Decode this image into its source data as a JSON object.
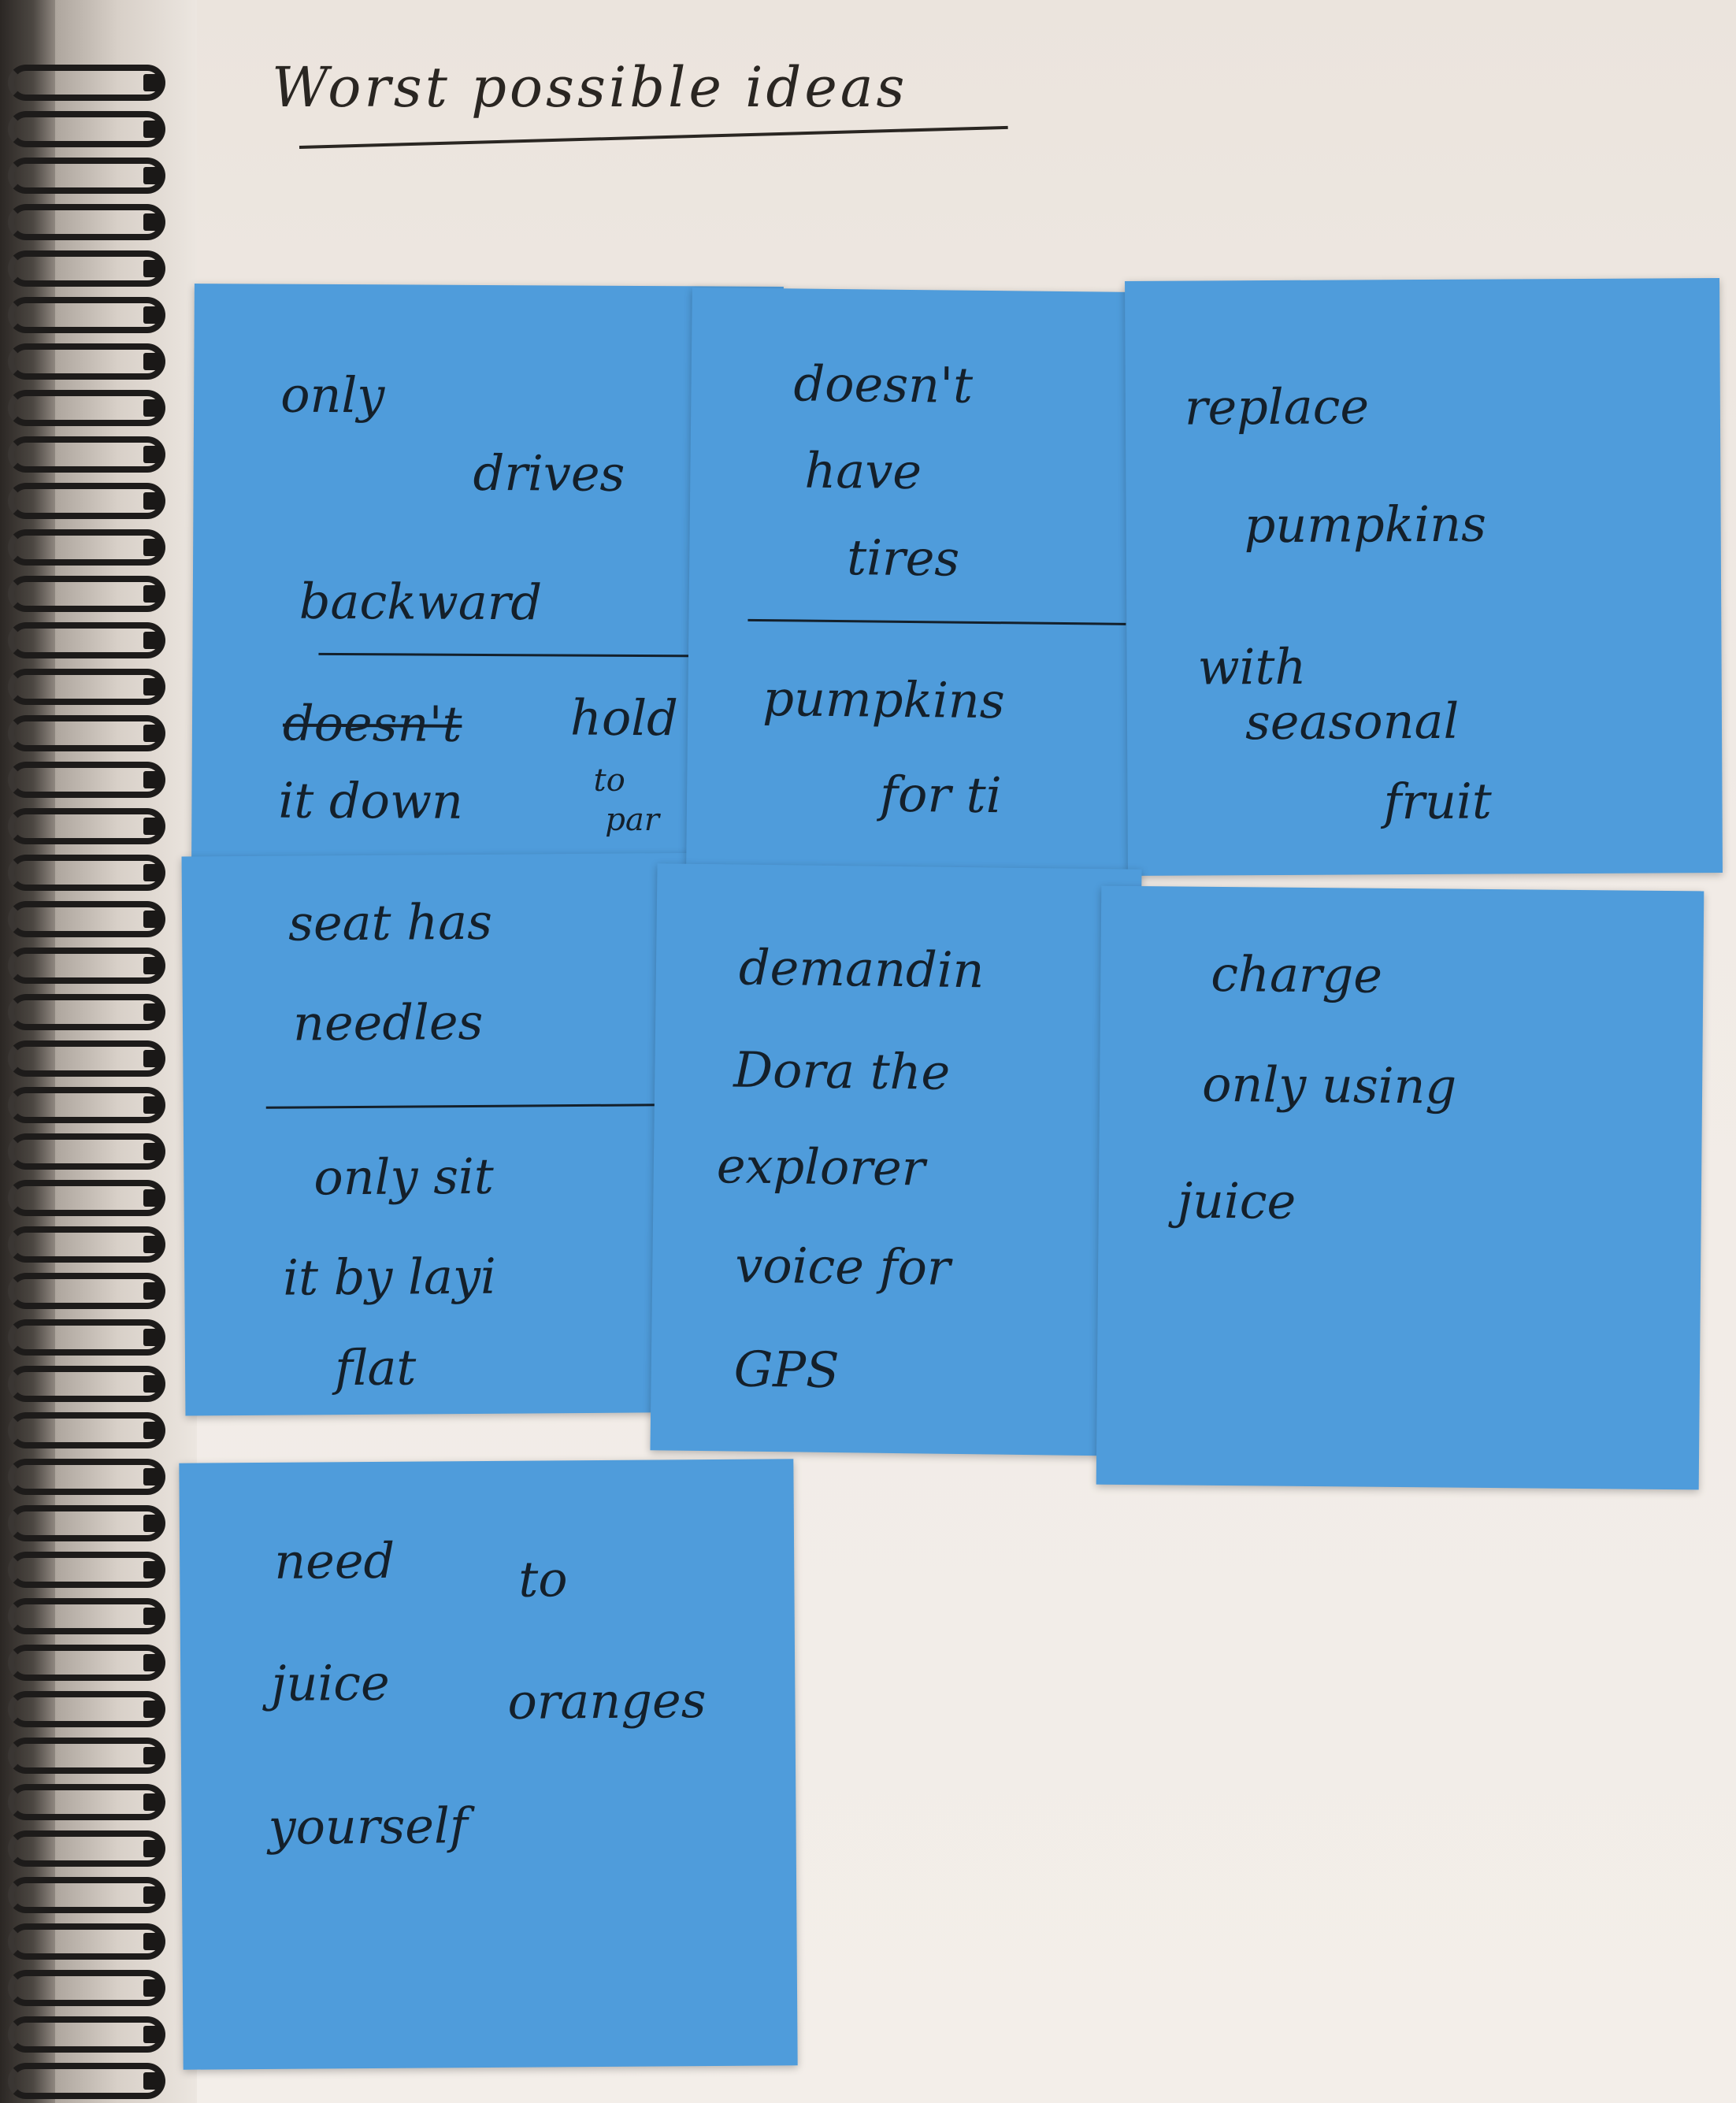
{
  "title": "Worst possible ideas",
  "notes": {
    "n1": {
      "lines": [
        "only",
        "drives",
        "backward",
        "doesn't",
        "hold",
        "it down",
        "to",
        "par"
      ]
    },
    "n2": {
      "lines": [
        "doesn't",
        "have",
        "tires",
        "pumpkins",
        "for ti"
      ]
    },
    "n3": {
      "lines": [
        "replace",
        "pumpkins",
        "with",
        "seasonal",
        "fruit"
      ]
    },
    "n4": {
      "lines": [
        "seat has",
        "needles",
        "only sit",
        "it by layi",
        "flat"
      ]
    },
    "n5": {
      "lines": [
        "demandin",
        "Dora the",
        "explorer",
        "voice for",
        "GPS"
      ]
    },
    "n6": {
      "lines": [
        "charge",
        "only using",
        "juice"
      ]
    },
    "n7": {
      "lines": [
        "need",
        "to",
        "juice",
        "oranges",
        "yourself"
      ]
    }
  }
}
